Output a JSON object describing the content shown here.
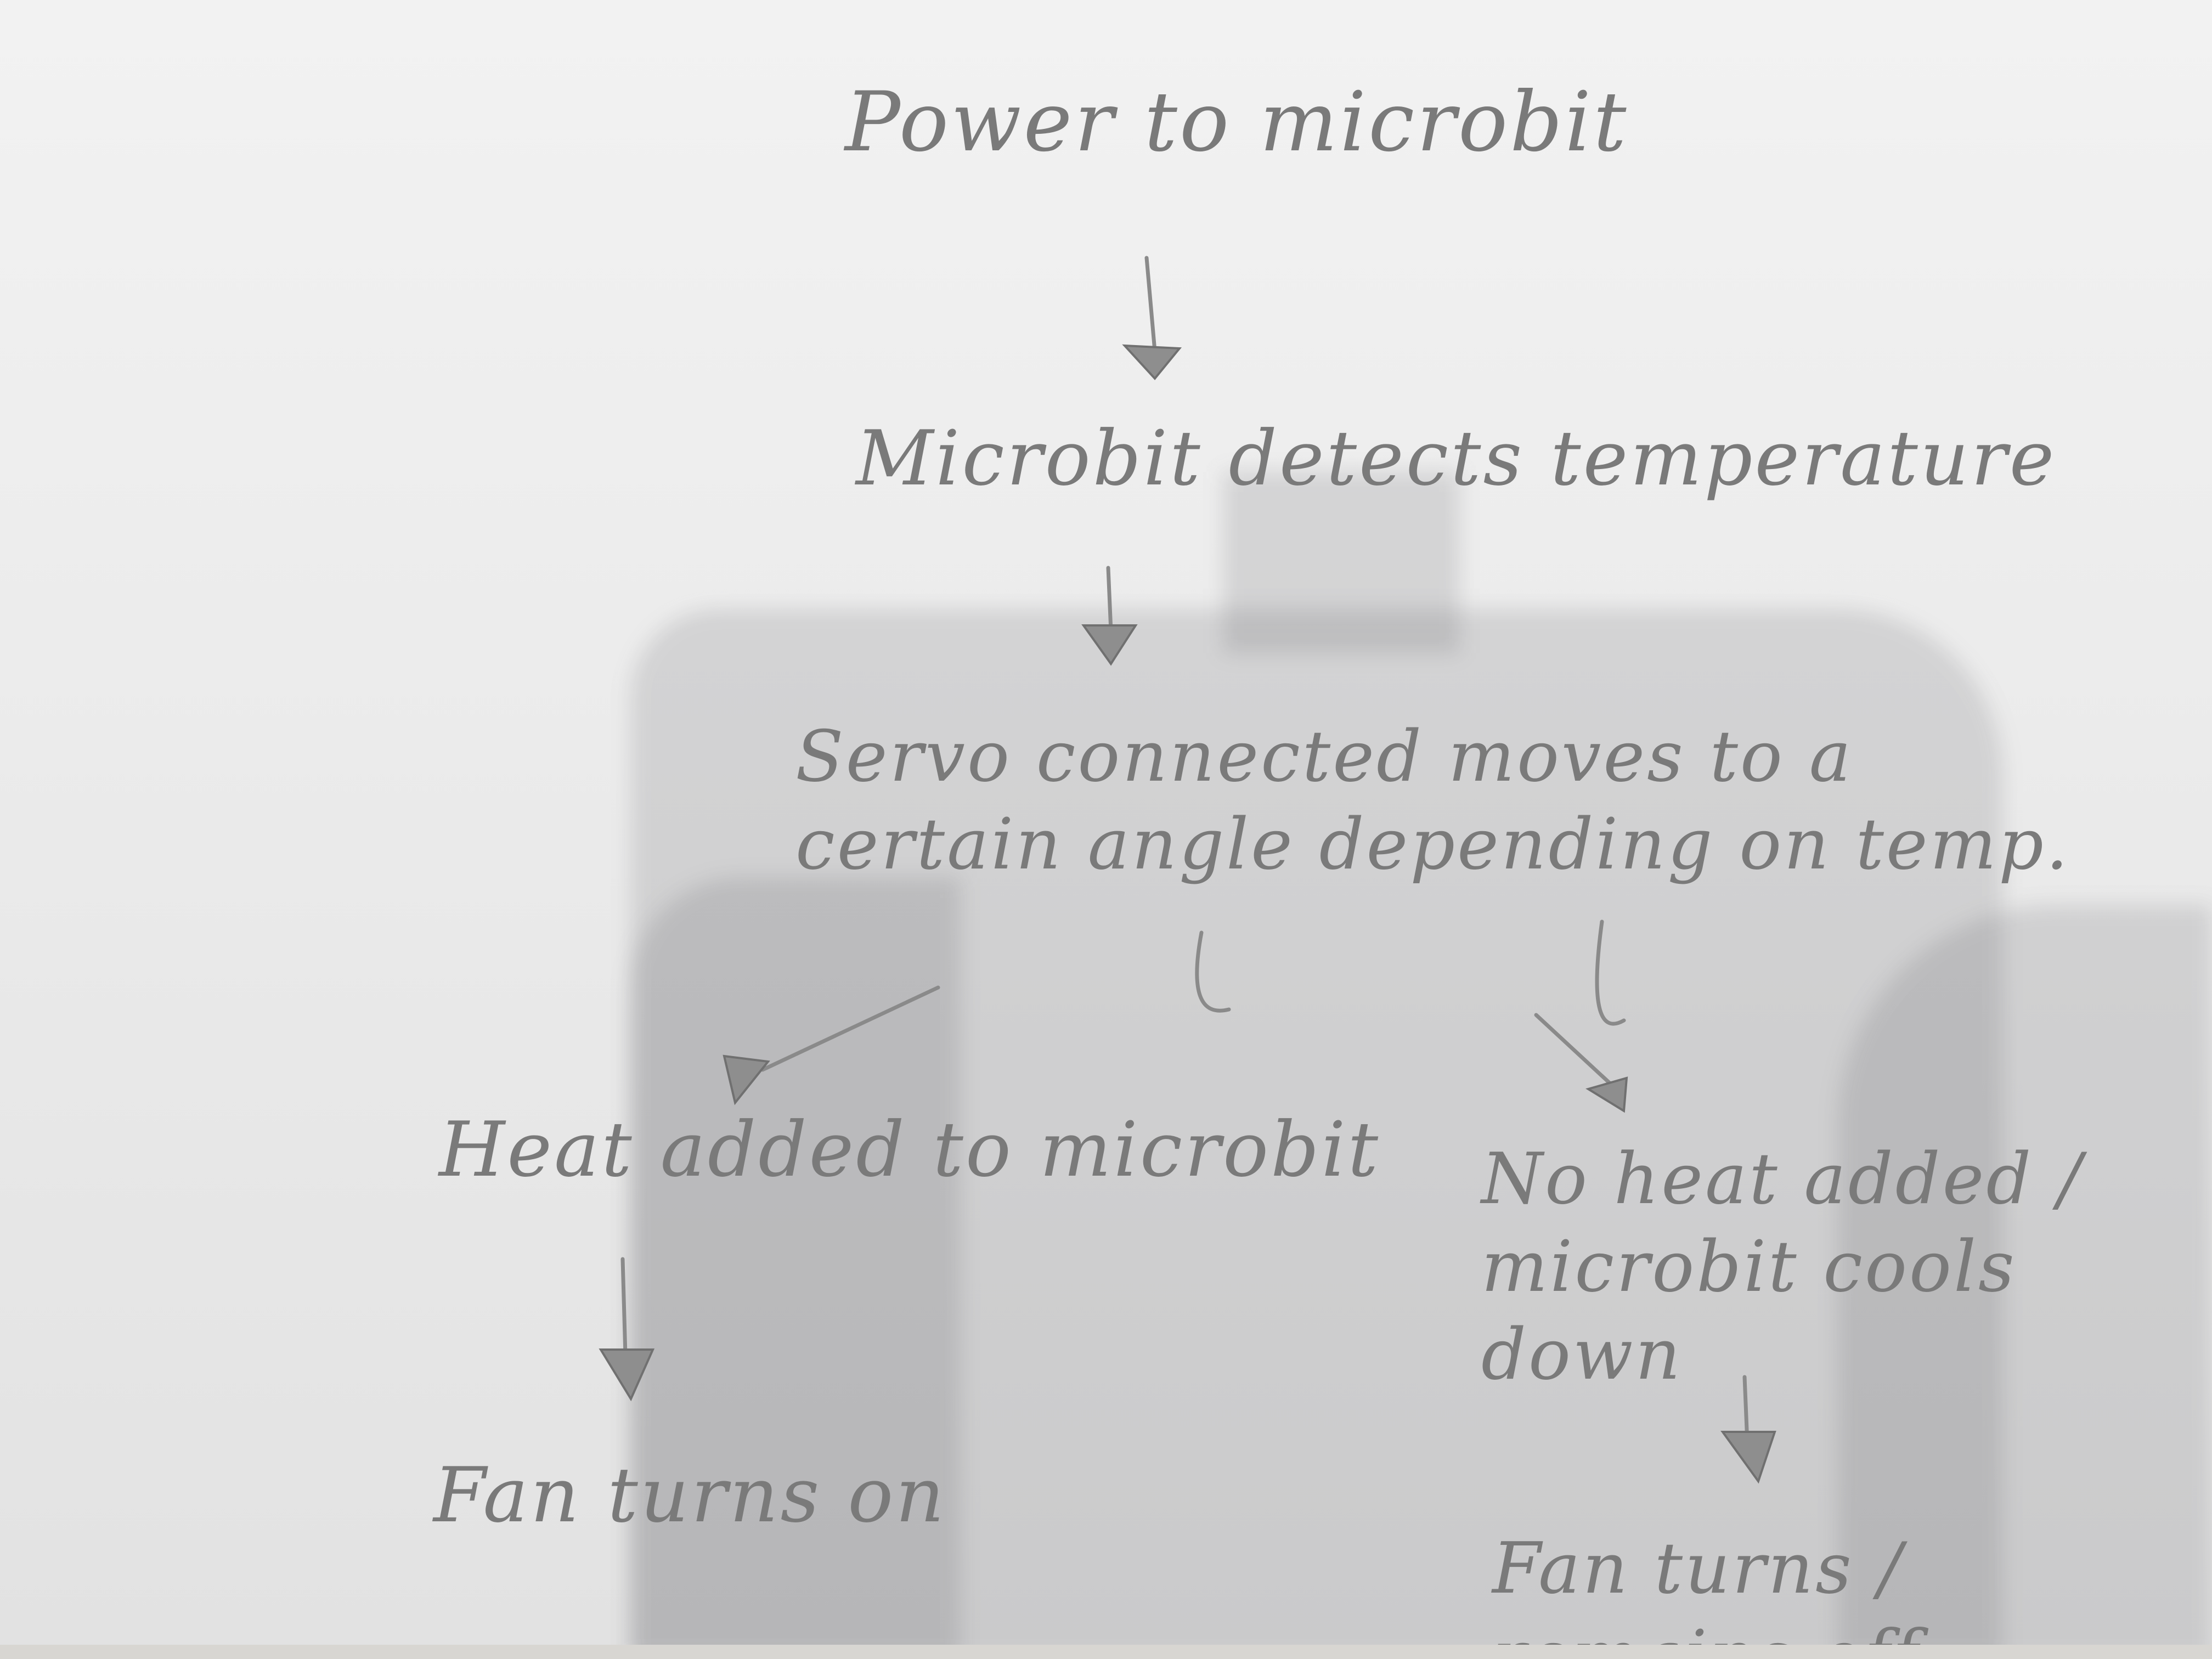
{
  "diagram": {
    "type": "flowchart",
    "medium": "pencil on paper",
    "nodes": [
      {
        "id": "power",
        "text": "Power to microbit"
      },
      {
        "id": "detect",
        "text": "Microbit detects temperature"
      },
      {
        "id": "servo",
        "text": "Servo connected moves to a\ncertain angle depending on temp."
      },
      {
        "id": "heat",
        "text": "Heat added to microbit"
      },
      {
        "id": "noheat",
        "text": "No heat added /\nmicrobit cools down"
      },
      {
        "id": "fanon",
        "text": "Fan turns on"
      },
      {
        "id": "fanoff",
        "text": "Fan turns / remains off"
      }
    ],
    "edges": [
      {
        "from": "power",
        "to": "detect"
      },
      {
        "from": "detect",
        "to": "servo"
      },
      {
        "from": "servo",
        "to": "heat"
      },
      {
        "from": "servo",
        "to": "noheat"
      },
      {
        "from": "heat",
        "to": "fanon"
      },
      {
        "from": "noheat",
        "to": "fanoff"
      }
    ]
  },
  "colors": {
    "paper": "#ededed",
    "pencil": "#7a7a7a",
    "shadow": "#505055"
  }
}
